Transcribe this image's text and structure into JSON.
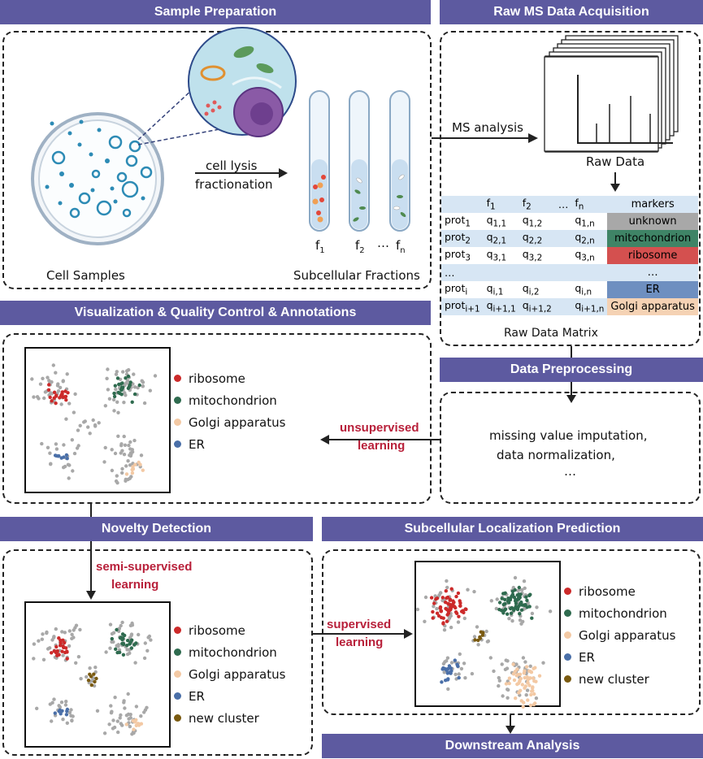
{
  "headers": {
    "sample_preparation": "Sample Preparation",
    "raw_ms": "Raw MS Data Acquisition",
    "visualization": "Visualization & Quality Control & Annotations",
    "data_preprocessing": "Data Preprocessing",
    "novelty_detection": "Novelty Detection",
    "subcellular_prediction": "Subcellular Localization Prediction",
    "downstream": "Downstream Analysis"
  },
  "sample": {
    "cell_samples": "Cell Samples",
    "lysis_line1": "cell lysis",
    "lysis_line2": "fractionation",
    "subcellular_fractions": "Subcellular Fractions",
    "tube_labels": [
      {
        "base": "f",
        "sub": "1"
      },
      {
        "base": "f",
        "sub": "2"
      },
      {
        "base": "f",
        "sub": "n"
      }
    ],
    "ellipsis": "…"
  },
  "ms": {
    "ms_analysis": "MS analysis",
    "raw_data": "Raw Data",
    "raw_data_matrix": "Raw Data Matrix"
  },
  "matrix": {
    "header": {
      "f1": "1",
      "f2": "2",
      "ellipsis": "…",
      "fn": "n",
      "markers": "markers"
    },
    "rows": [
      {
        "prot_sub": "1",
        "c1": "1,1",
        "c2": "1,2",
        "cn": "1,n",
        "marker": "unknown",
        "color": "#a8a8a8"
      },
      {
        "prot_sub": "2",
        "c1": "2,1",
        "c2": "2,2",
        "cn": "2,n",
        "marker": "mitochondrion",
        "color": "#3f8466"
      },
      {
        "prot_sub": "3",
        "c1": "3,1",
        "c2": "3,2",
        "cn": "3,n",
        "marker": "ribosome",
        "color": "#d4504f"
      },
      {
        "prot_sub": "i",
        "c1": "i,1",
        "c2": "i,2",
        "cn": "i,n",
        "marker": "ER",
        "color": "#6e8fc0"
      },
      {
        "prot_sub": "i+1",
        "c1": "i+1,1",
        "c2": "i+1,2",
        "cn": "i+1,n",
        "marker": "Golgi apparatus",
        "color": "#f5d2b4"
      }
    ],
    "prot": "prot",
    "q": "q",
    "f": "f",
    "dots": "…"
  },
  "preprocessing": {
    "line1": "missing value imputation,",
    "line2": "data normalization,",
    "line3": "…"
  },
  "arrows": {
    "unsupervised_1": "unsupervised",
    "unsupervised_2": "learning",
    "semi_1": "semi-supervised",
    "semi_2": "learning",
    "supervised_1": "supervised",
    "supervised_2": "learning"
  },
  "legend_top": [
    "ribosome",
    "mitochondrion",
    "Golgi apparatus",
    "ER"
  ],
  "legend_bottom": [
    "ribosome",
    "mitochondrion",
    "Golgi apparatus",
    "ER",
    "new cluster"
  ],
  "colors": {
    "header": "#5d5aa0",
    "ribosome": "#cc2a2a",
    "mitochondrion": "#2f6b4f",
    "golgi": "#f3c9a4",
    "er": "#4a6fa8",
    "new_cluster": "#7a5a10",
    "unknown": "#a8a8a8",
    "accent_red": "#b8203a"
  }
}
